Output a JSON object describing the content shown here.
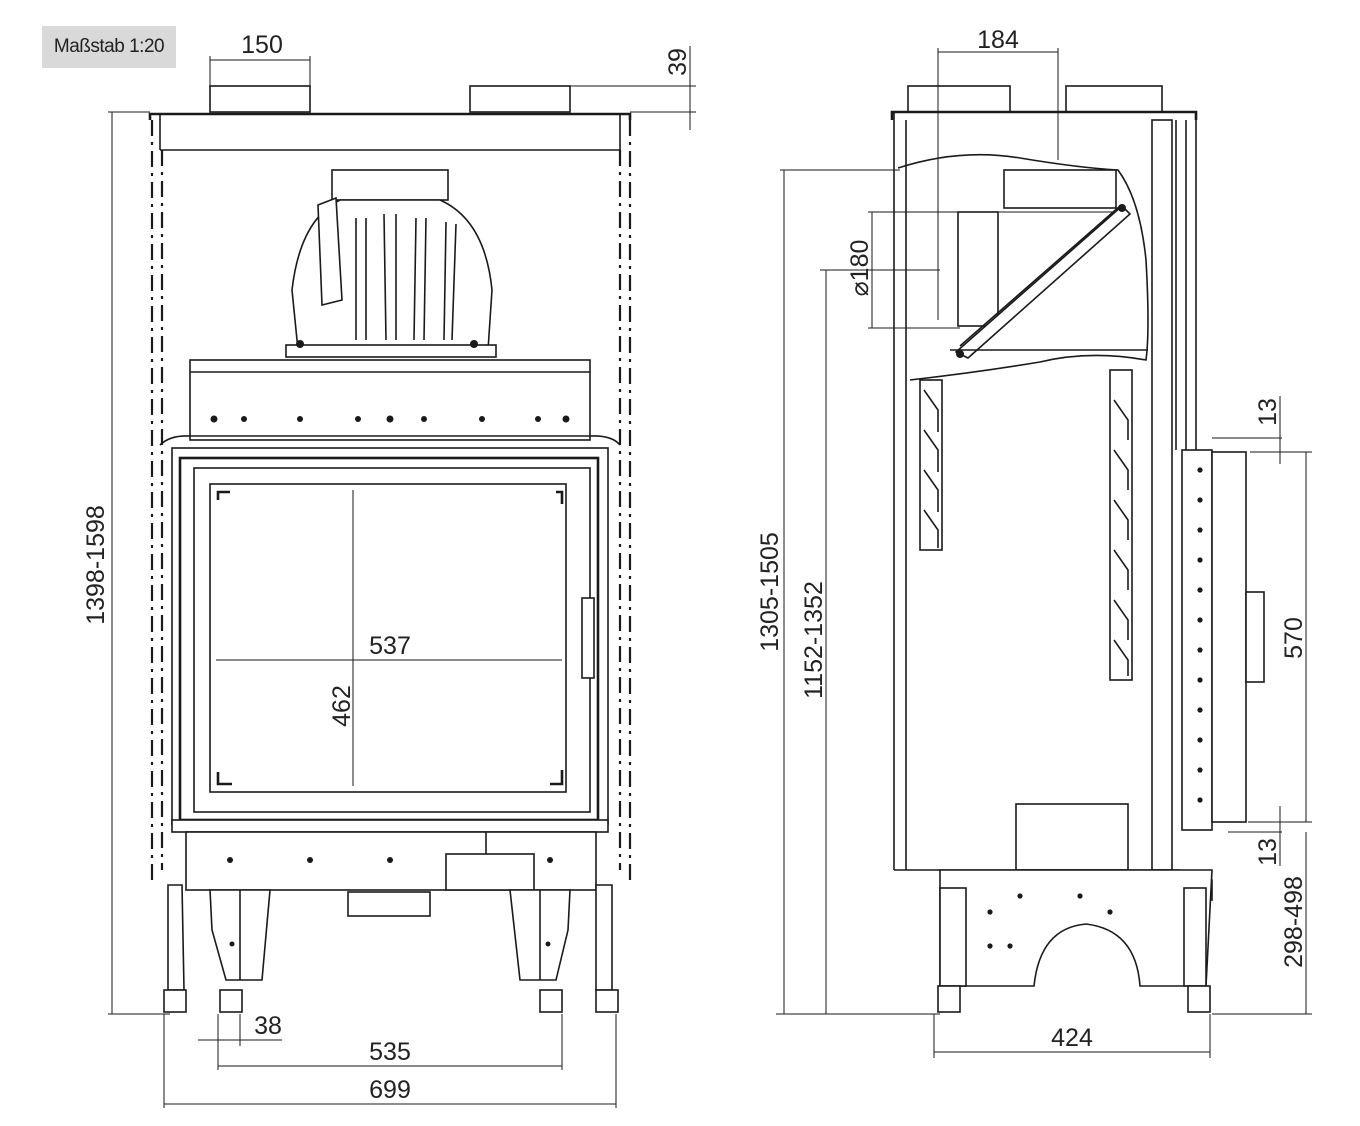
{
  "scale_label": "Maßstab 1:20",
  "front_view": {
    "dim_top_width": "150",
    "dim_top_offset": "39",
    "dim_total_height": "1398-1598",
    "dim_glass_width": "537",
    "dim_glass_height": "462",
    "dim_leg": "38",
    "dim_leg_spacing": "535",
    "dim_total_width": "699"
  },
  "side_view": {
    "dim_top_width": "184",
    "dim_diameter": "⌀180",
    "dim_height_outer": "1305-1505",
    "dim_height_inner": "1152-1352",
    "dim_top_gap": "13",
    "dim_door_height": "570",
    "dim_bottom_gap": "13",
    "dim_door_base": "298-498",
    "dim_depth": "424"
  },
  "colors": {
    "line": "#1a1a1a",
    "badge_bg": "#d9d9d9"
  }
}
